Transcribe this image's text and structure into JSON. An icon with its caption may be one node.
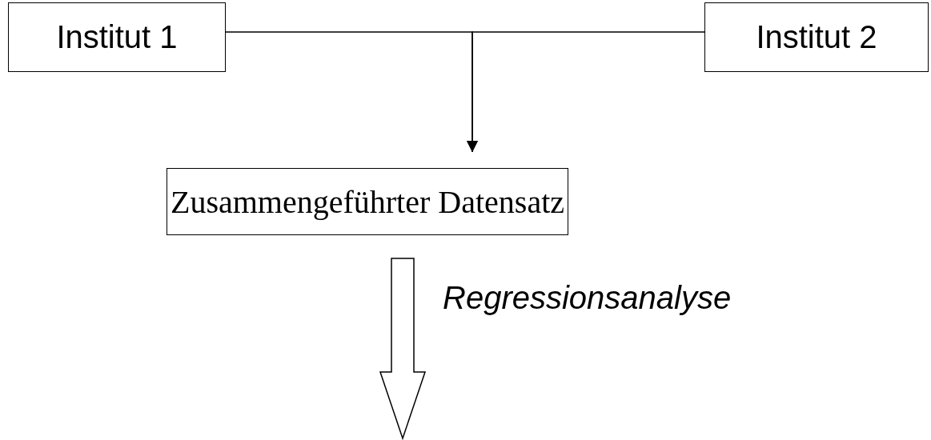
{
  "diagram": {
    "nodes": [
      {
        "text": [
          "Institut 1"
        ]
      },
      {
        "text": [
          "Institut 2"
        ]
      },
      {
        "text": [
          "Zusammengeführter Datensatz"
        ]
      }
    ],
    "edges": [
      {
        "from": 0,
        "to": 2,
        "arrow": "to"
      },
      {
        "from": 1,
        "to": 2,
        "arrow": "to"
      },
      {
        "from": 2,
        "to": null,
        "arrow": "to",
        "label": "Regressionsanalyse",
        "style": "thick"
      }
    ]
  }
}
